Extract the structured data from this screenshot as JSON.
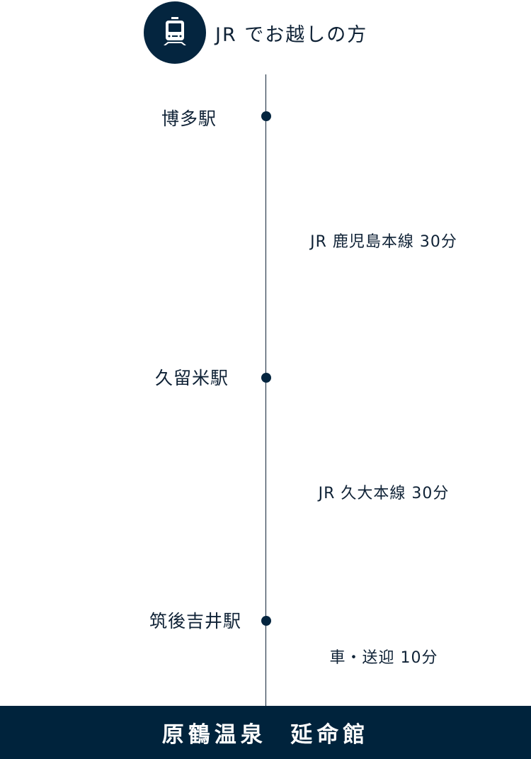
{
  "header": {
    "icon": "train-icon",
    "title": "JR でお越しの方"
  },
  "stations": [
    {
      "label": "博多駅"
    },
    {
      "label": "久留米駅"
    },
    {
      "label": "筑後吉井駅"
    }
  ],
  "routes": [
    {
      "label": "JR 鹿児島本線 30分"
    },
    {
      "label": "JR 久大本線 30分"
    },
    {
      "label": "車・送迎 10分"
    }
  ],
  "footer": {
    "name": "原鶴温泉  延命館"
  },
  "colors": {
    "navy": "#00233c",
    "text": "#0f2236"
  }
}
